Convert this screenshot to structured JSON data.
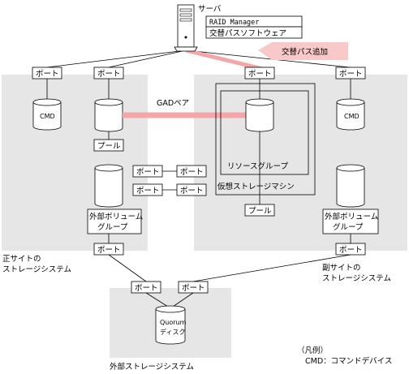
{
  "server": {
    "label": "サーバ",
    "software": [
      "RAID Manager",
      "交替パスソフトウェア"
    ]
  },
  "callouts": {
    "alt_path_added": "交替パス追加",
    "gad_pair": "GADペア"
  },
  "port_label": "ポート",
  "cmd_label": "CMD",
  "pool_label": "プール",
  "ext_volume_group": [
    "外部ボリューム",
    "グループ"
  ],
  "resource_group": "リソースグループ",
  "virtual_storage_machine": "仮想ストレージマシン",
  "primary_site": [
    "正サイトの",
    "ストレージシステム"
  ],
  "secondary_site": [
    "副サイトの",
    "ストレージシステム"
  ],
  "external_storage": "外部ストレージシステム",
  "quorum_disk": [
    "Quorum",
    "ディスク"
  ],
  "legend": {
    "title": "（凡例）",
    "entry": "CMD：コマンドデバイス"
  },
  "colors": {
    "region_fill": "#e6e6e6",
    "gad_pair_line": "#f4a6a8",
    "callout_fill": "#f9c8c9"
  }
}
